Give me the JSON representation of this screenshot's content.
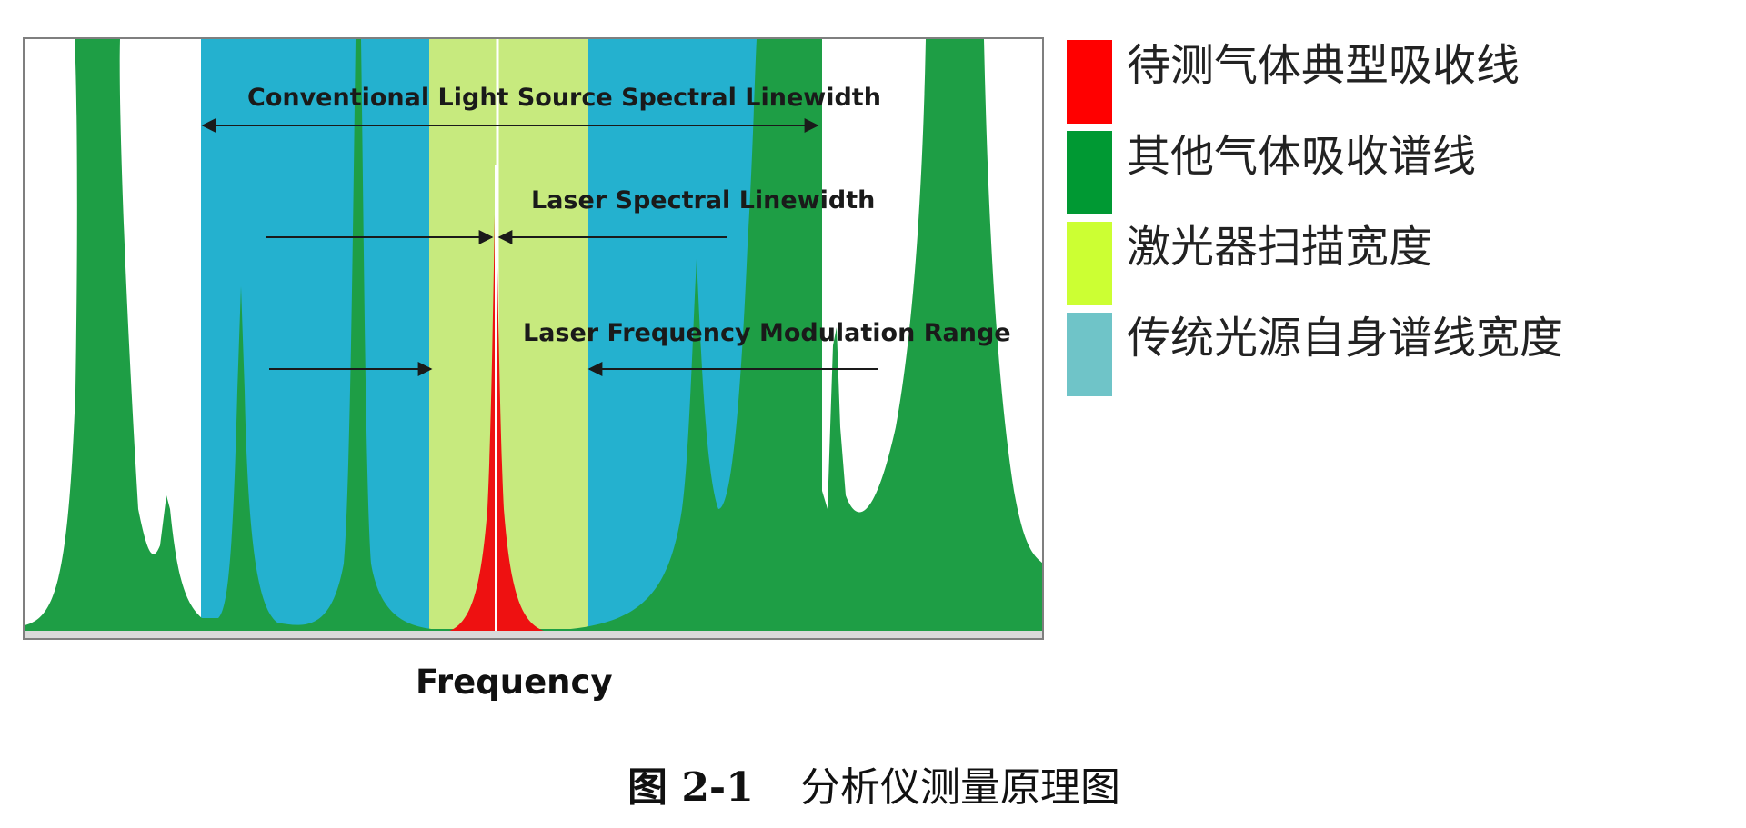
{
  "annotations": {
    "conventional_linewidth": "Conventional Light Source Spectral Linewidth",
    "laser_linewidth": "Laser Spectral Linewidth",
    "laser_modulation_range": "Laser Frequency Modulation Range",
    "x_axis": "Frequency"
  },
  "legend": [
    {
      "label": "待测气体典型吸收线",
      "color": "#ff0000",
      "name": "legend-target-gas-line"
    },
    {
      "label": "其他气体吸收谱线",
      "color": "#009933",
      "name": "legend-other-gas-lines"
    },
    {
      "label": "激光器扫描宽度",
      "color": "#ccff33",
      "name": "legend-laser-scan-width"
    },
    {
      "label": "传统光源自身谱线宽度",
      "color": "#6fc4c8",
      "name": "legend-conventional-linewidth"
    }
  ],
  "caption": {
    "number": "图 2-1",
    "title": "分析仪测量原理图"
  },
  "colors": {
    "conventional_band": "#24b1cf",
    "laser_band": "#c7ea7e",
    "other_gas": "#1e9e45",
    "target_gas": "#ee1111"
  }
}
